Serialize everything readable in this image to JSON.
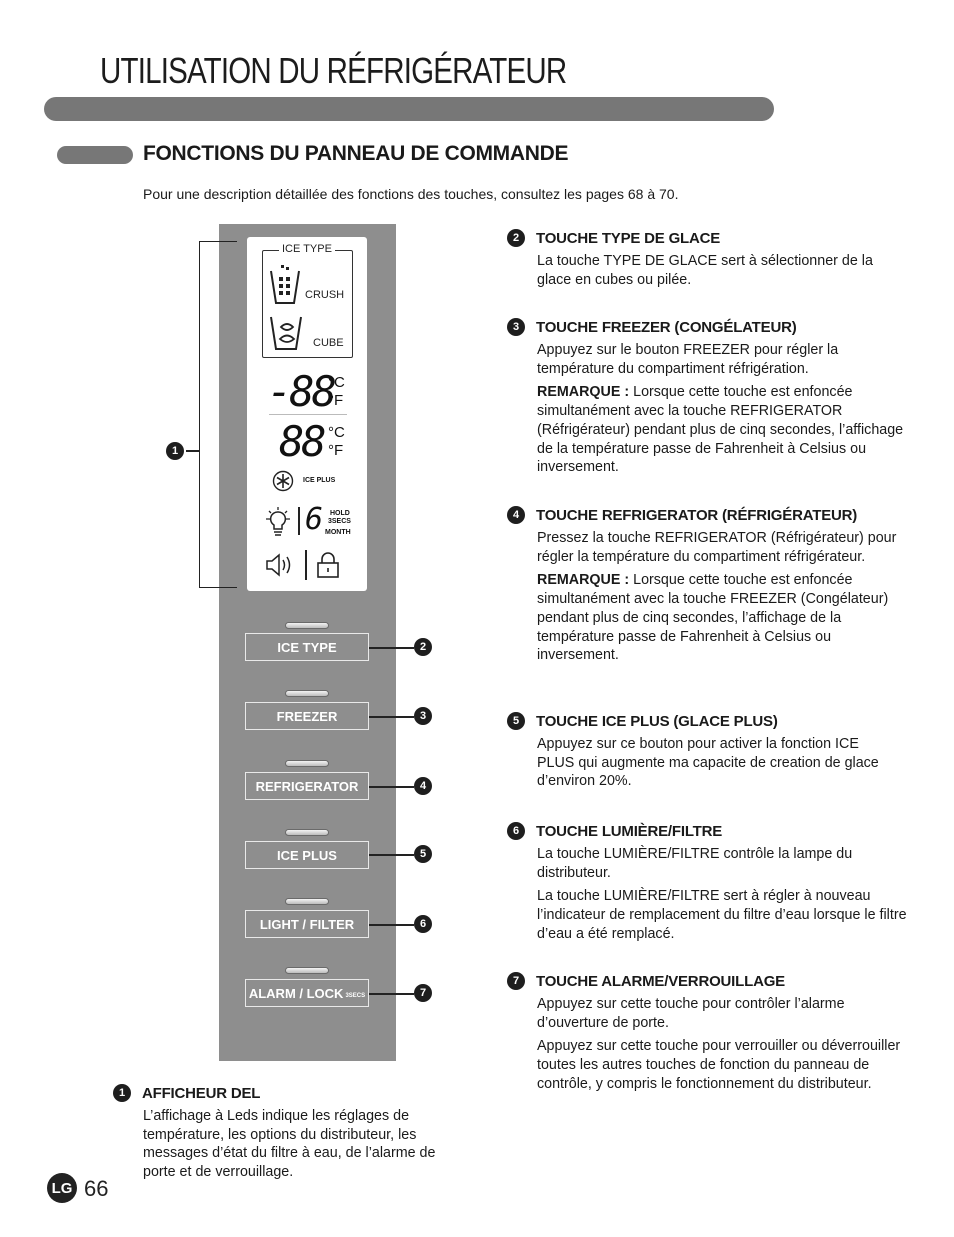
{
  "header": {
    "title": "UTILISATION DU RÉFRIGÉRATEUR",
    "section_title": "FONCTIONS DU PANNEAU DE COMMANDE",
    "intro": "Pour une description détaillée des fonctions des touches, consultez les pages 68 à 70."
  },
  "display": {
    "ice_type_label": "ICE TYPE",
    "crush_label": "CRUSH",
    "cube_label": "CUBE",
    "freezer_digits": "-88",
    "fridge_digits": "88",
    "celsius": "°C",
    "fahrenheit": "°F",
    "ice_plus_label": "ICE PLUS",
    "filter_digit": "6",
    "hold_label": "HOLD",
    "secs_label": "3SECS",
    "month_label": "MONTH"
  },
  "panel": {
    "buttons": [
      {
        "label": "ICE TYPE",
        "number": "2"
      },
      {
        "label": "FREEZER",
        "number": "3"
      },
      {
        "label": "REFRIGERATOR",
        "number": "4"
      },
      {
        "label": "ICE PLUS",
        "number": "5"
      },
      {
        "label": "LIGHT / FILTER",
        "number": "6"
      },
      {
        "label": "ALARM / LOCK",
        "sub": "3SECS",
        "number": "7"
      }
    ],
    "display_marker": "1"
  },
  "items": {
    "i1": {
      "number": "1",
      "title": "AFFICHEUR DEL",
      "p1": "L’affichage à Leds indique les réglages de température, les options du distributeur, les messages d’état du filtre à eau, de l’alarme de porte et de verrouillage."
    },
    "i2": {
      "number": "2",
      "title": "TOUCHE TYPE DE GLACE",
      "p1": "La touche TYPE DE GLACE sert à sélectionner de la glace en cubes ou pilée."
    },
    "i3": {
      "number": "3",
      "title": "TOUCHE FREEZER (CONGÉLATEUR)",
      "p1": "Appuyez sur le bouton FREEZER pour régler la température du compartiment réfrigération.",
      "note_label": "REMARQUE :",
      "note": " Lorsque cette touche est enfoncée simultanément avec la touche REFRIGERATOR (Réfrigérateur) pendant plus de cinq secondes, l’affichage de la température passe de Fahrenheit à Celsius ou inversement."
    },
    "i4": {
      "number": "4",
      "title": "TOUCHE REFRIGERATOR (RÉFRIGÉRATEUR)",
      "p1": "Pressez la touche REFRIGERATOR (Réfrigérateur) pour régler la température du compartiment réfrigérateur.",
      "note_label": "REMARQUE :",
      "note": " Lorsque cette touche est enfoncée simultanément avec la touche FREEZER (Congélateur) pendant plus de cinq secondes, l’affichage de la température passe de Fahrenheit à Celsius ou inversement."
    },
    "i5": {
      "number": "5",
      "title": "TOUCHE ICE PLUS (GLACE PLUS)",
      "p1": "Appuyez sur ce bouton pour activer la fonction ICE PLUS qui augmente ma capacite de creation de glace d’environ 20%."
    },
    "i6": {
      "number": "6",
      "title": "TOUCHE LUMIÈRE/FILTRE",
      "p1": "La touche LUMIÈRE/FILTRE contrôle la lampe du distributeur.",
      "p2": "La touche LUMIÈRE/FILTRE sert à régler à nouveau l’indicateur de remplacement du filtre d’eau lorsque le filtre d’eau a été remplacé."
    },
    "i7": {
      "number": "7",
      "title": "TOUCHE ALARME/VERROUILLAGE",
      "p1": "Appuyez sur cette touche pour contrôler l’alarme d’ouverture de porte.",
      "p2": "Appuyez sur cette touche pour verrouiller ou déverrouiller toutes les autres touches de fonction du panneau de contrôle, y compris le fonctionnement du distributeur."
    }
  },
  "footer": {
    "logo": "LG",
    "page_number": "66"
  }
}
